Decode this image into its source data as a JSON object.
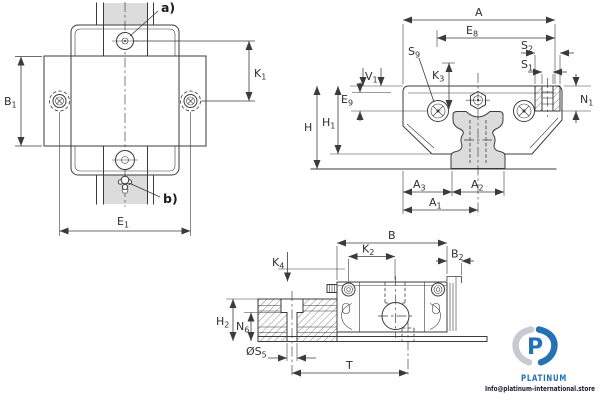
{
  "colors": {
    "line": "#3b3b3b",
    "fill_gray": "#dcdcdc",
    "hatch": "#777777",
    "brand_blue": "#2471b3",
    "brand_gray": "#c7cad3",
    "email_text": "#191933"
  },
  "views": {
    "top": {
      "callouts": {
        "a": "a)",
        "b": "b)"
      },
      "dims": {
        "k1": {
          "base": "K",
          "sub": "1"
        },
        "b1": {
          "base": "B",
          "sub": "1"
        },
        "e1": {
          "base": "E",
          "sub": "1"
        }
      }
    },
    "front": {
      "dims": {
        "a": {
          "base": "A",
          "sub": ""
        },
        "e8": {
          "base": "E",
          "sub": "8"
        },
        "s2": {
          "base": "S",
          "sub": "2"
        },
        "s1": {
          "base": "S",
          "sub": "1"
        },
        "s9": {
          "base": "S",
          "sub": "9"
        },
        "k3": {
          "base": "K",
          "sub": "3"
        },
        "v1": {
          "base": "V",
          "sub": "1"
        },
        "e9": {
          "base": "E",
          "sub": "9"
        },
        "n1": {
          "base": "N",
          "sub": "1"
        },
        "h": {
          "base": "H",
          "sub": ""
        },
        "h1": {
          "base": "H",
          "sub": "1"
        },
        "a3": {
          "base": "A",
          "sub": "3"
        },
        "a2": {
          "base": "A",
          "sub": "2"
        },
        "a1": {
          "base": "A",
          "sub": "1"
        }
      }
    },
    "side": {
      "dims": {
        "b": {
          "base": "B",
          "sub": ""
        },
        "k2": {
          "base": "K",
          "sub": "2"
        },
        "b2": {
          "base": "B",
          "sub": "2"
        },
        "k4": {
          "base": "K",
          "sub": "4"
        },
        "h2": {
          "base": "H",
          "sub": "2"
        },
        "n6": {
          "base": "N",
          "sub": "6"
        },
        "s5": {
          "base": "ØS",
          "sub": "5"
        },
        "t": {
          "base": "T",
          "sub": ""
        }
      }
    }
  },
  "branding": {
    "logo_mark": "stylized-P",
    "logo_text": "PLATINUM",
    "contact_email": "Info@platinum-international.store"
  }
}
